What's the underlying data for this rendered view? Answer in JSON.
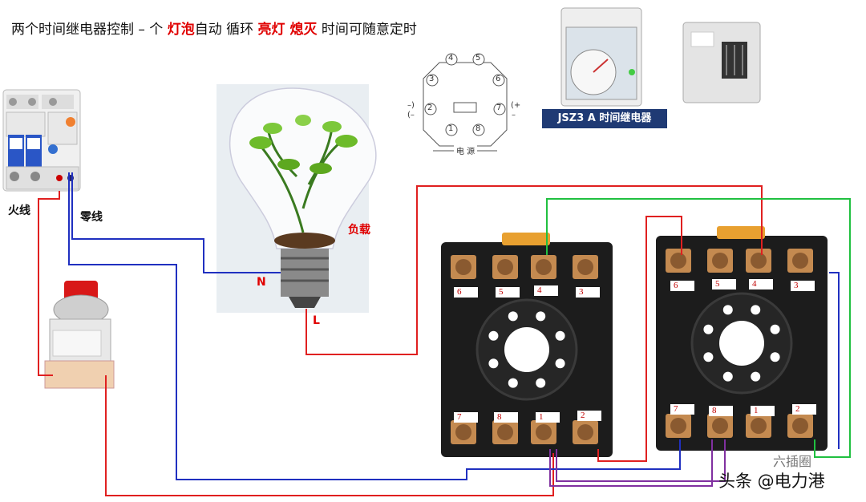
{
  "title": {
    "part1": "两个时间继电器控制 – 个 ",
    "highlight1": "灯泡",
    "part2": "自动 循环 ",
    "highlight2": "亮灯 熄灭",
    "part3": " 时间可随意定时"
  },
  "labels": {
    "live_wire": "火线",
    "neutral_wire": "零线",
    "load": "负载",
    "n": "N",
    "l": "L"
  },
  "pinout": {
    "pins": [
      "4",
      "5",
      "3",
      "6",
      "2",
      "7",
      "1",
      "8"
    ],
    "minus_left": "–)",
    "minus_left2": "(–",
    "plus_right": "(+",
    "minus_right": "–",
    "power": "电 源"
  },
  "relay_caption": "JSZ3 A 时间继电器",
  "relay1": {
    "top_terminals": [
      "6",
      "5",
      "4",
      "3"
    ],
    "bottom_terminals": [
      "7",
      "8",
      "1",
      "2"
    ]
  },
  "relay2": {
    "top_terminals": [
      "6",
      "5",
      "4",
      "3"
    ],
    "bottom_terminals": [
      "7",
      "8",
      "1",
      "2"
    ]
  },
  "watermark": "头条 @电力港",
  "watermark_faint": "六插圈",
  "colors": {
    "live": "#e02020",
    "neutral": "#2030c0",
    "green": "#20c040",
    "purple": "#8030a0",
    "title_highlight": "#e00000"
  }
}
